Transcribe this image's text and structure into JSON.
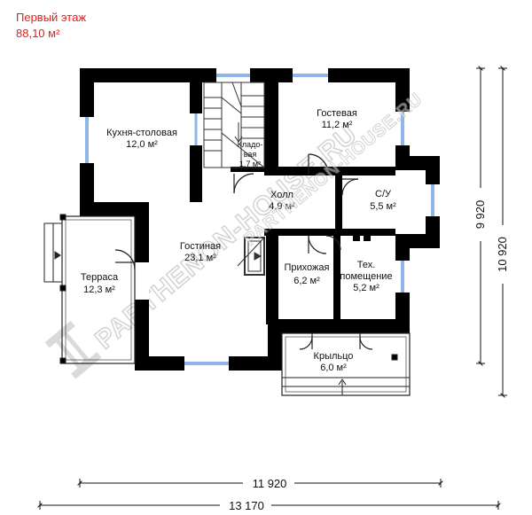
{
  "header": {
    "title": "Первый этаж",
    "area": "88,10 м²"
  },
  "rooms": {
    "kitchen": {
      "name": "Кухня-столовая",
      "area": "12,0 м²"
    },
    "guest": {
      "name": "Гостевая",
      "area": "11,2 м²"
    },
    "pantry": {
      "name_1": "Кладо-",
      "name_2": "вая",
      "area": "1,7 м²"
    },
    "hall": {
      "name": "Холл",
      "area": "4,9 м²"
    },
    "bathroom": {
      "name": "С/У",
      "area": "5,5 м²"
    },
    "living": {
      "name": "Гостиная",
      "area": "23,1 м²"
    },
    "terrace": {
      "name": "Терраса",
      "area": "12,3 м²"
    },
    "entry": {
      "name": "Прихожая",
      "area": "6,2 м²"
    },
    "tech": {
      "name_1": "Тех.",
      "name_2": "помещение",
      "area": "5,2 м²"
    },
    "porch": {
      "name": "Крыльцо",
      "area": "6,0 м²"
    }
  },
  "dimensions": {
    "inner_width": "11 920",
    "outer_width": "13 170",
    "inner_height": "9 920",
    "outer_height": "10 920"
  },
  "watermark": {
    "text": "PARTHENON-HOUSE.RU"
  }
}
